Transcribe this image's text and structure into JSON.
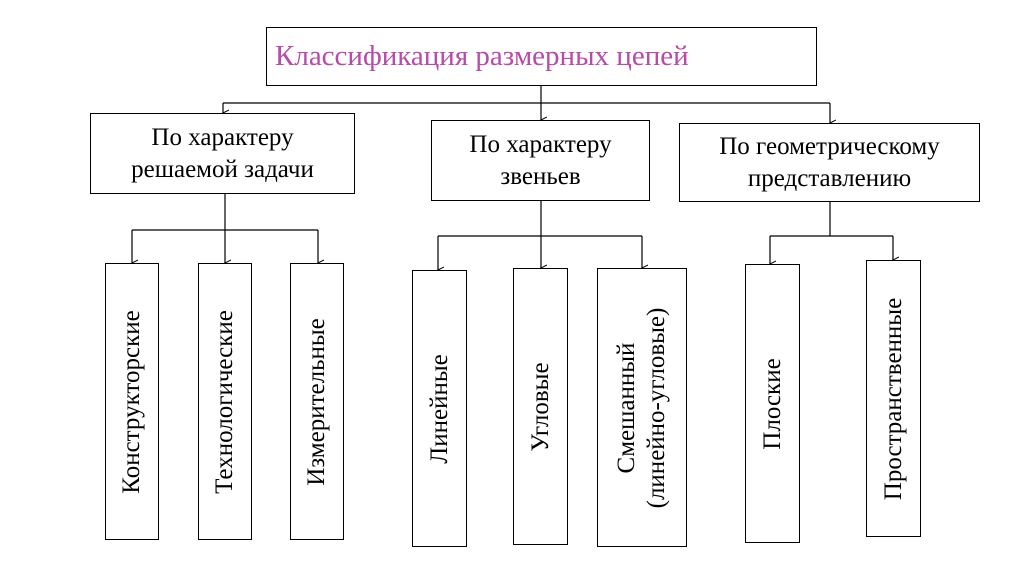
{
  "title": "Классификация размерных цепей",
  "colors": {
    "title": "#b84aa8",
    "line": "#000000"
  },
  "groups": [
    {
      "label_line1": "По характеру",
      "label_line2": "решаемой задачи",
      "children": [
        "Конструкторские",
        "Технологические",
        "Измерительные"
      ]
    },
    {
      "label_line1": "По характеру",
      "label_line2": "звеньев",
      "children": [
        "Линейные",
        "Угловые",
        "Смешанный",
        "(линейно-угловые)"
      ]
    },
    {
      "label_line1": "По геометрическому",
      "label_line2": "представлению",
      "children": [
        "Плоские",
        "Пространственные"
      ]
    }
  ]
}
